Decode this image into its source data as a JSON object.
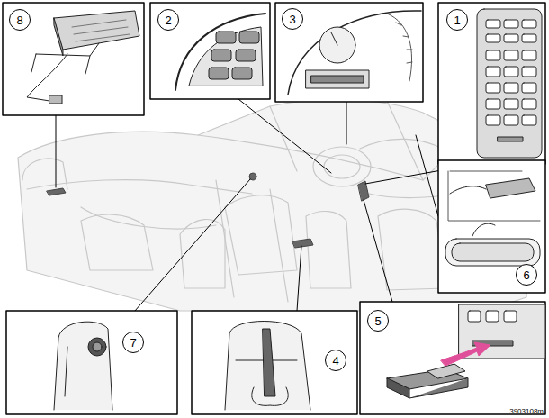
{
  "diagram": {
    "nodes": [
      {
        "text": [
          "8"
        ]
      },
      {
        "text": [
          "2"
        ]
      },
      {
        "text": [
          "3"
        ]
      },
      {
        "text": [
          "1"
        ]
      },
      {
        "text": [
          "6"
        ]
      },
      {
        "text": [
          "7"
        ]
      },
      {
        "text": [
          "4"
        ]
      },
      {
        "text": [
          "5"
        ]
      }
    ],
    "labels": [
      "3903108m"
    ]
  }
}
